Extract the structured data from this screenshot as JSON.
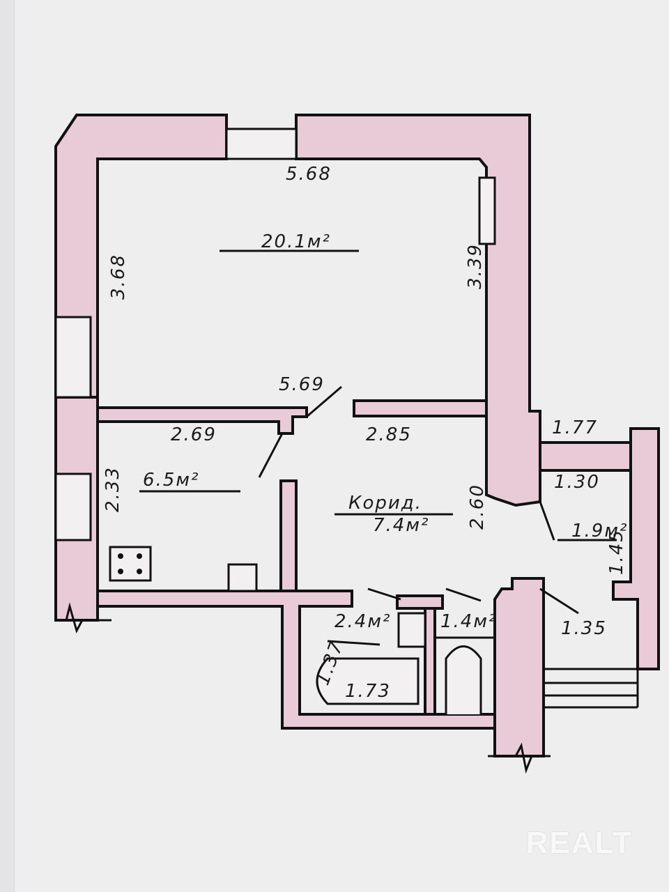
{
  "plan": {
    "living_room": {
      "width_top": "5.68",
      "area": "20.1м²",
      "left_len": "3.68",
      "right_len": "3.39",
      "width_bottom": "5.69"
    },
    "kitchen": {
      "width": "2.69",
      "height": "2.33",
      "area": "6.5м²"
    },
    "corridor": {
      "label": "Корид.",
      "area": "7.4м²",
      "width": "2.85",
      "height": "2.60"
    },
    "storage": {
      "width_top": "1.77",
      "width": "1.30",
      "area": "1.9м²",
      "height": "1.45"
    },
    "bathroom": {
      "area": "2.4м²",
      "height": "1.37",
      "width": "1.73"
    },
    "toilet": {
      "area": "1.4м²"
    },
    "stair": {
      "width": "1.35"
    }
  },
  "watermark": "REALT",
  "colors": {
    "wall_fill": "#e8cbd6",
    "paper": "#efeeef",
    "ink": "#111111"
  }
}
